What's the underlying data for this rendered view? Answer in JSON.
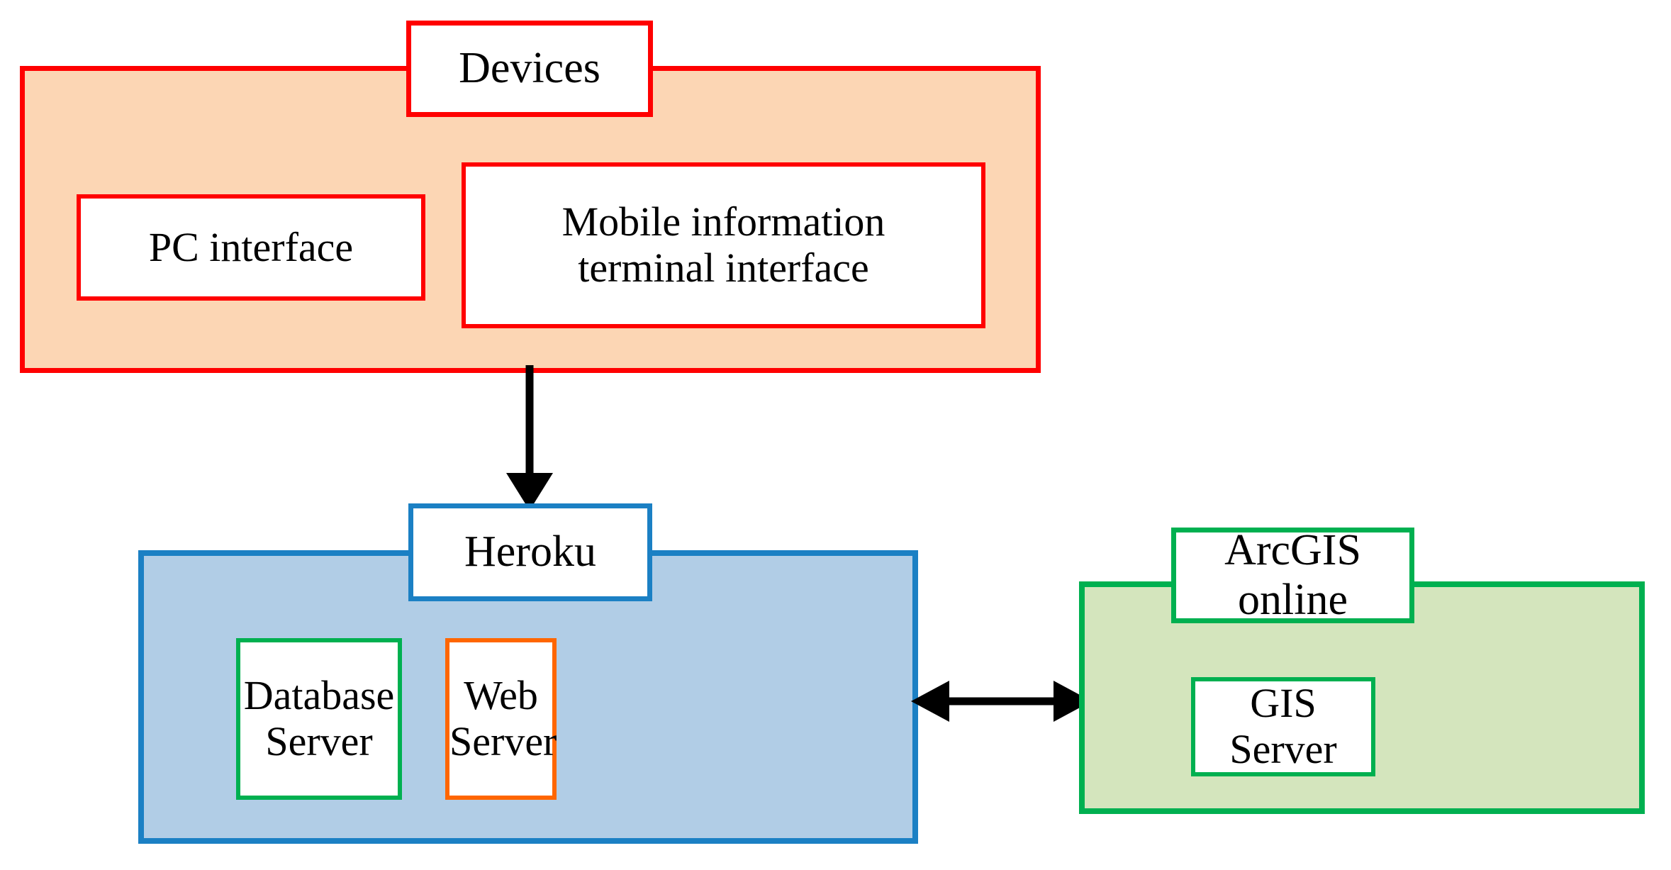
{
  "diagram": {
    "title": "System architecture diagram",
    "colors": {
      "devices_border": "#FF0000",
      "devices_fill": "#FCD6B4",
      "heroku_border": "#1B80C4",
      "heroku_fill": "#B1CDE6",
      "arcgis_border": "#00B050",
      "arcgis_fill": "#D4E5BD",
      "web_server_border": "#FF6600",
      "database_server_border": "#00B050",
      "arrow": "#000000"
    },
    "groups": {
      "devices": {
        "title": "Devices",
        "nodes": {
          "pc_interface": "PC interface",
          "mobile_interface": "Mobile information\nterminal interface"
        }
      },
      "heroku": {
        "title": "Heroku",
        "nodes": {
          "database_server": "Database\nServer",
          "web_server": "Web\nServer"
        }
      },
      "arcgis": {
        "title": "ArcGIS online",
        "nodes": {
          "gis_server": "GIS Server"
        }
      }
    },
    "connectors": {
      "devices_to_heroku": {
        "icon": "down-arrow-icon",
        "direction": "down",
        "from": "Devices",
        "to": "Heroku"
      },
      "heroku_to_arcgis": {
        "icon": "double-arrow-icon",
        "direction": "bidirectional",
        "from": "Heroku",
        "to": "ArcGIS online"
      }
    }
  }
}
